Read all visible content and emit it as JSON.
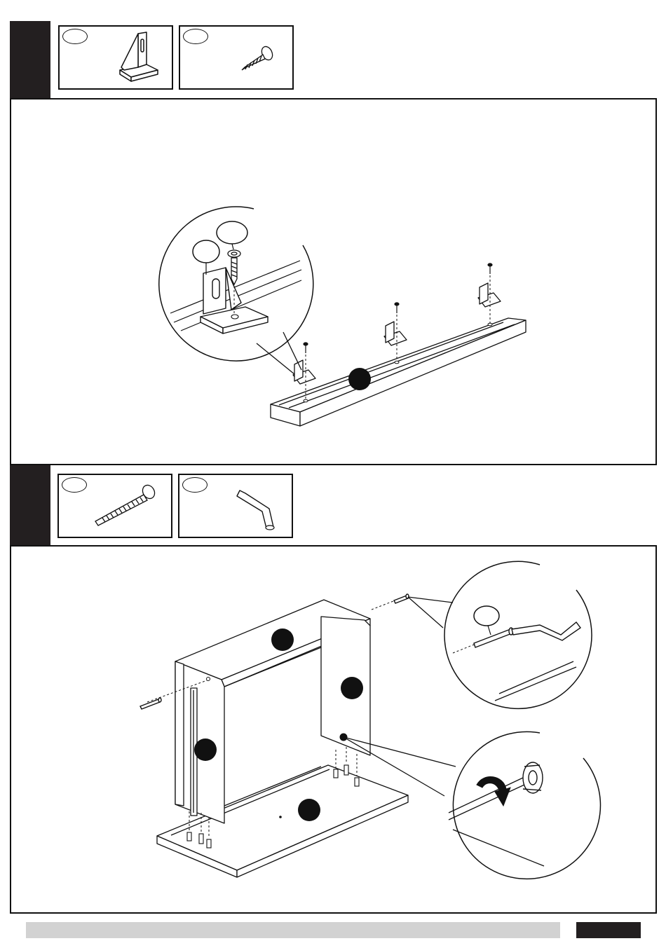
{
  "steps": [
    {
      "parts": [
        {
          "icon": "corner-bracket-icon"
        },
        {
          "icon": "wood-screw-icon"
        }
      ],
      "callouts": 3,
      "panel_labels": 1
    },
    {
      "parts": [
        {
          "icon": "confirmat-screw-icon"
        },
        {
          "icon": "hex-key-icon"
        }
      ],
      "panel_labels": 4,
      "detail_views": [
        "screw-insertion-detail",
        "cam-lock-turn-detail"
      ]
    }
  ],
  "colors": {
    "ink": "#111111",
    "tab": "#231f20",
    "footer_bar": "#d2d2d2",
    "paper": "#ffffff"
  }
}
